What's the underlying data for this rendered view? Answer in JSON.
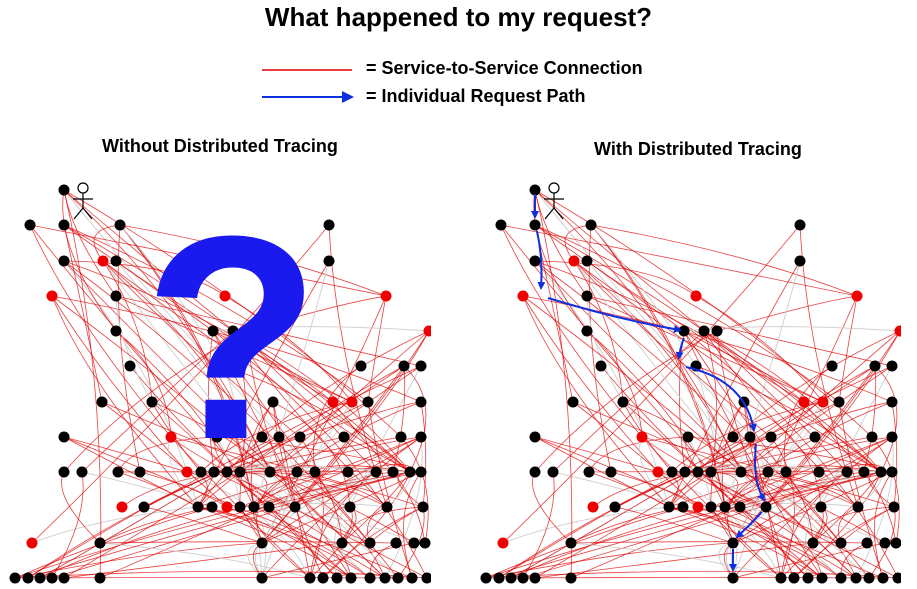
{
  "title": "What happened to my request?",
  "legend": {
    "service_connection": {
      "label": "= Service-to-Service Connection",
      "color": "#e00000"
    },
    "request_path": {
      "label": "= Individual Request Path",
      "color": "#1030e0"
    }
  },
  "panels": {
    "left": {
      "label": "Without Distributed Tracing",
      "overlay": "?",
      "overlay_color": "#1a1aee"
    },
    "right": {
      "label": "With Distributed Tracing"
    }
  },
  "colors": {
    "node": "#000000",
    "highlight_node": "#ee0000",
    "faint_edge": "#cccccc",
    "edge": "#e00000"
  }
}
